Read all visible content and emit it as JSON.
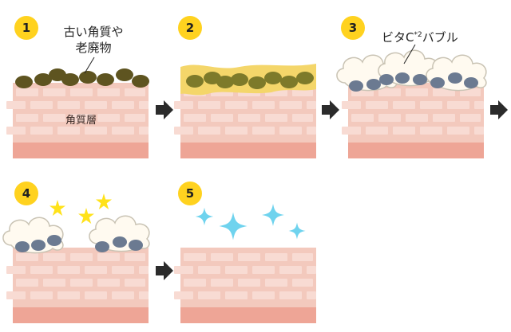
{
  "steps": [
    {
      "number": "1",
      "label_line1": "古い角質や",
      "label_line2": "老廃物",
      "skin_label": "角質層"
    },
    {
      "number": "2"
    },
    {
      "number": "3",
      "label_main": "ビタC",
      "label_note": "*2",
      "label_tail": "バブル"
    },
    {
      "number": "4"
    },
    {
      "number": "5"
    }
  ],
  "icons": {
    "arrow": "right-arrow-icon",
    "dirt": "old-keratin-particle-icon",
    "bubble": "bubble-cloud-icon",
    "sparkle": "sparkle-icon",
    "star": "yellow-star-icon"
  },
  "colors": {
    "badge": "#ffd21f",
    "skin_base": "#f3c9bd",
    "skin_bottom": "#eea596",
    "brick": "#f8dbd3",
    "dirt": "#5e5420",
    "bubble_particle": "#6b7a91",
    "sebum": "#f4d66a",
    "sparkle_blue": "#6fd3ee",
    "star_yellow": "#ffe21a",
    "arrow": "#2b2b2b"
  }
}
